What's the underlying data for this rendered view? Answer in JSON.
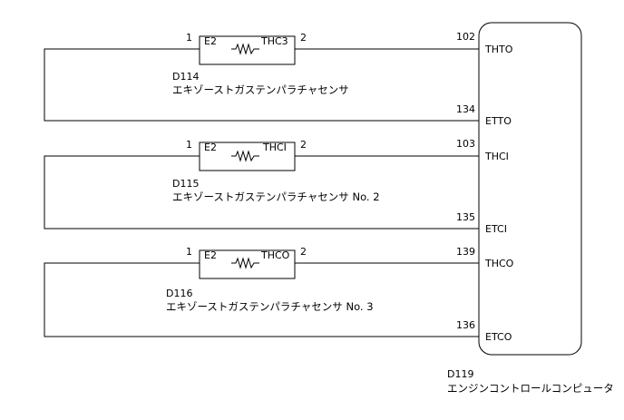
{
  "sensors": [
    {
      "code": "D114",
      "name": "エキゾーストガステンパラチャセンサ",
      "pin_left": "1",
      "pin_right": "2",
      "terminal_left": "E2",
      "terminal_right": "THC3"
    },
    {
      "code": "D115",
      "name": "エキゾーストガステンパラチャセンサ No. 2",
      "pin_left": "1",
      "pin_right": "2",
      "terminal_left": "E2",
      "terminal_right": "THCI"
    },
    {
      "code": "D116",
      "name": "エキゾーストガステンパラチャセンサ No. 3",
      "pin_left": "1",
      "pin_right": "2",
      "terminal_left": "E2",
      "terminal_right": "THCO"
    }
  ],
  "ecu": {
    "code": "D119",
    "name": "エンジンコントロールコンピュータ",
    "pins": [
      {
        "number": "102",
        "label": "THTO"
      },
      {
        "number": "134",
        "label": "ETTO"
      },
      {
        "number": "103",
        "label": "THCI"
      },
      {
        "number": "135",
        "label": "ETCI"
      },
      {
        "number": "139",
        "label": "THCO"
      },
      {
        "number": "136",
        "label": "ETCO"
      }
    ]
  }
}
